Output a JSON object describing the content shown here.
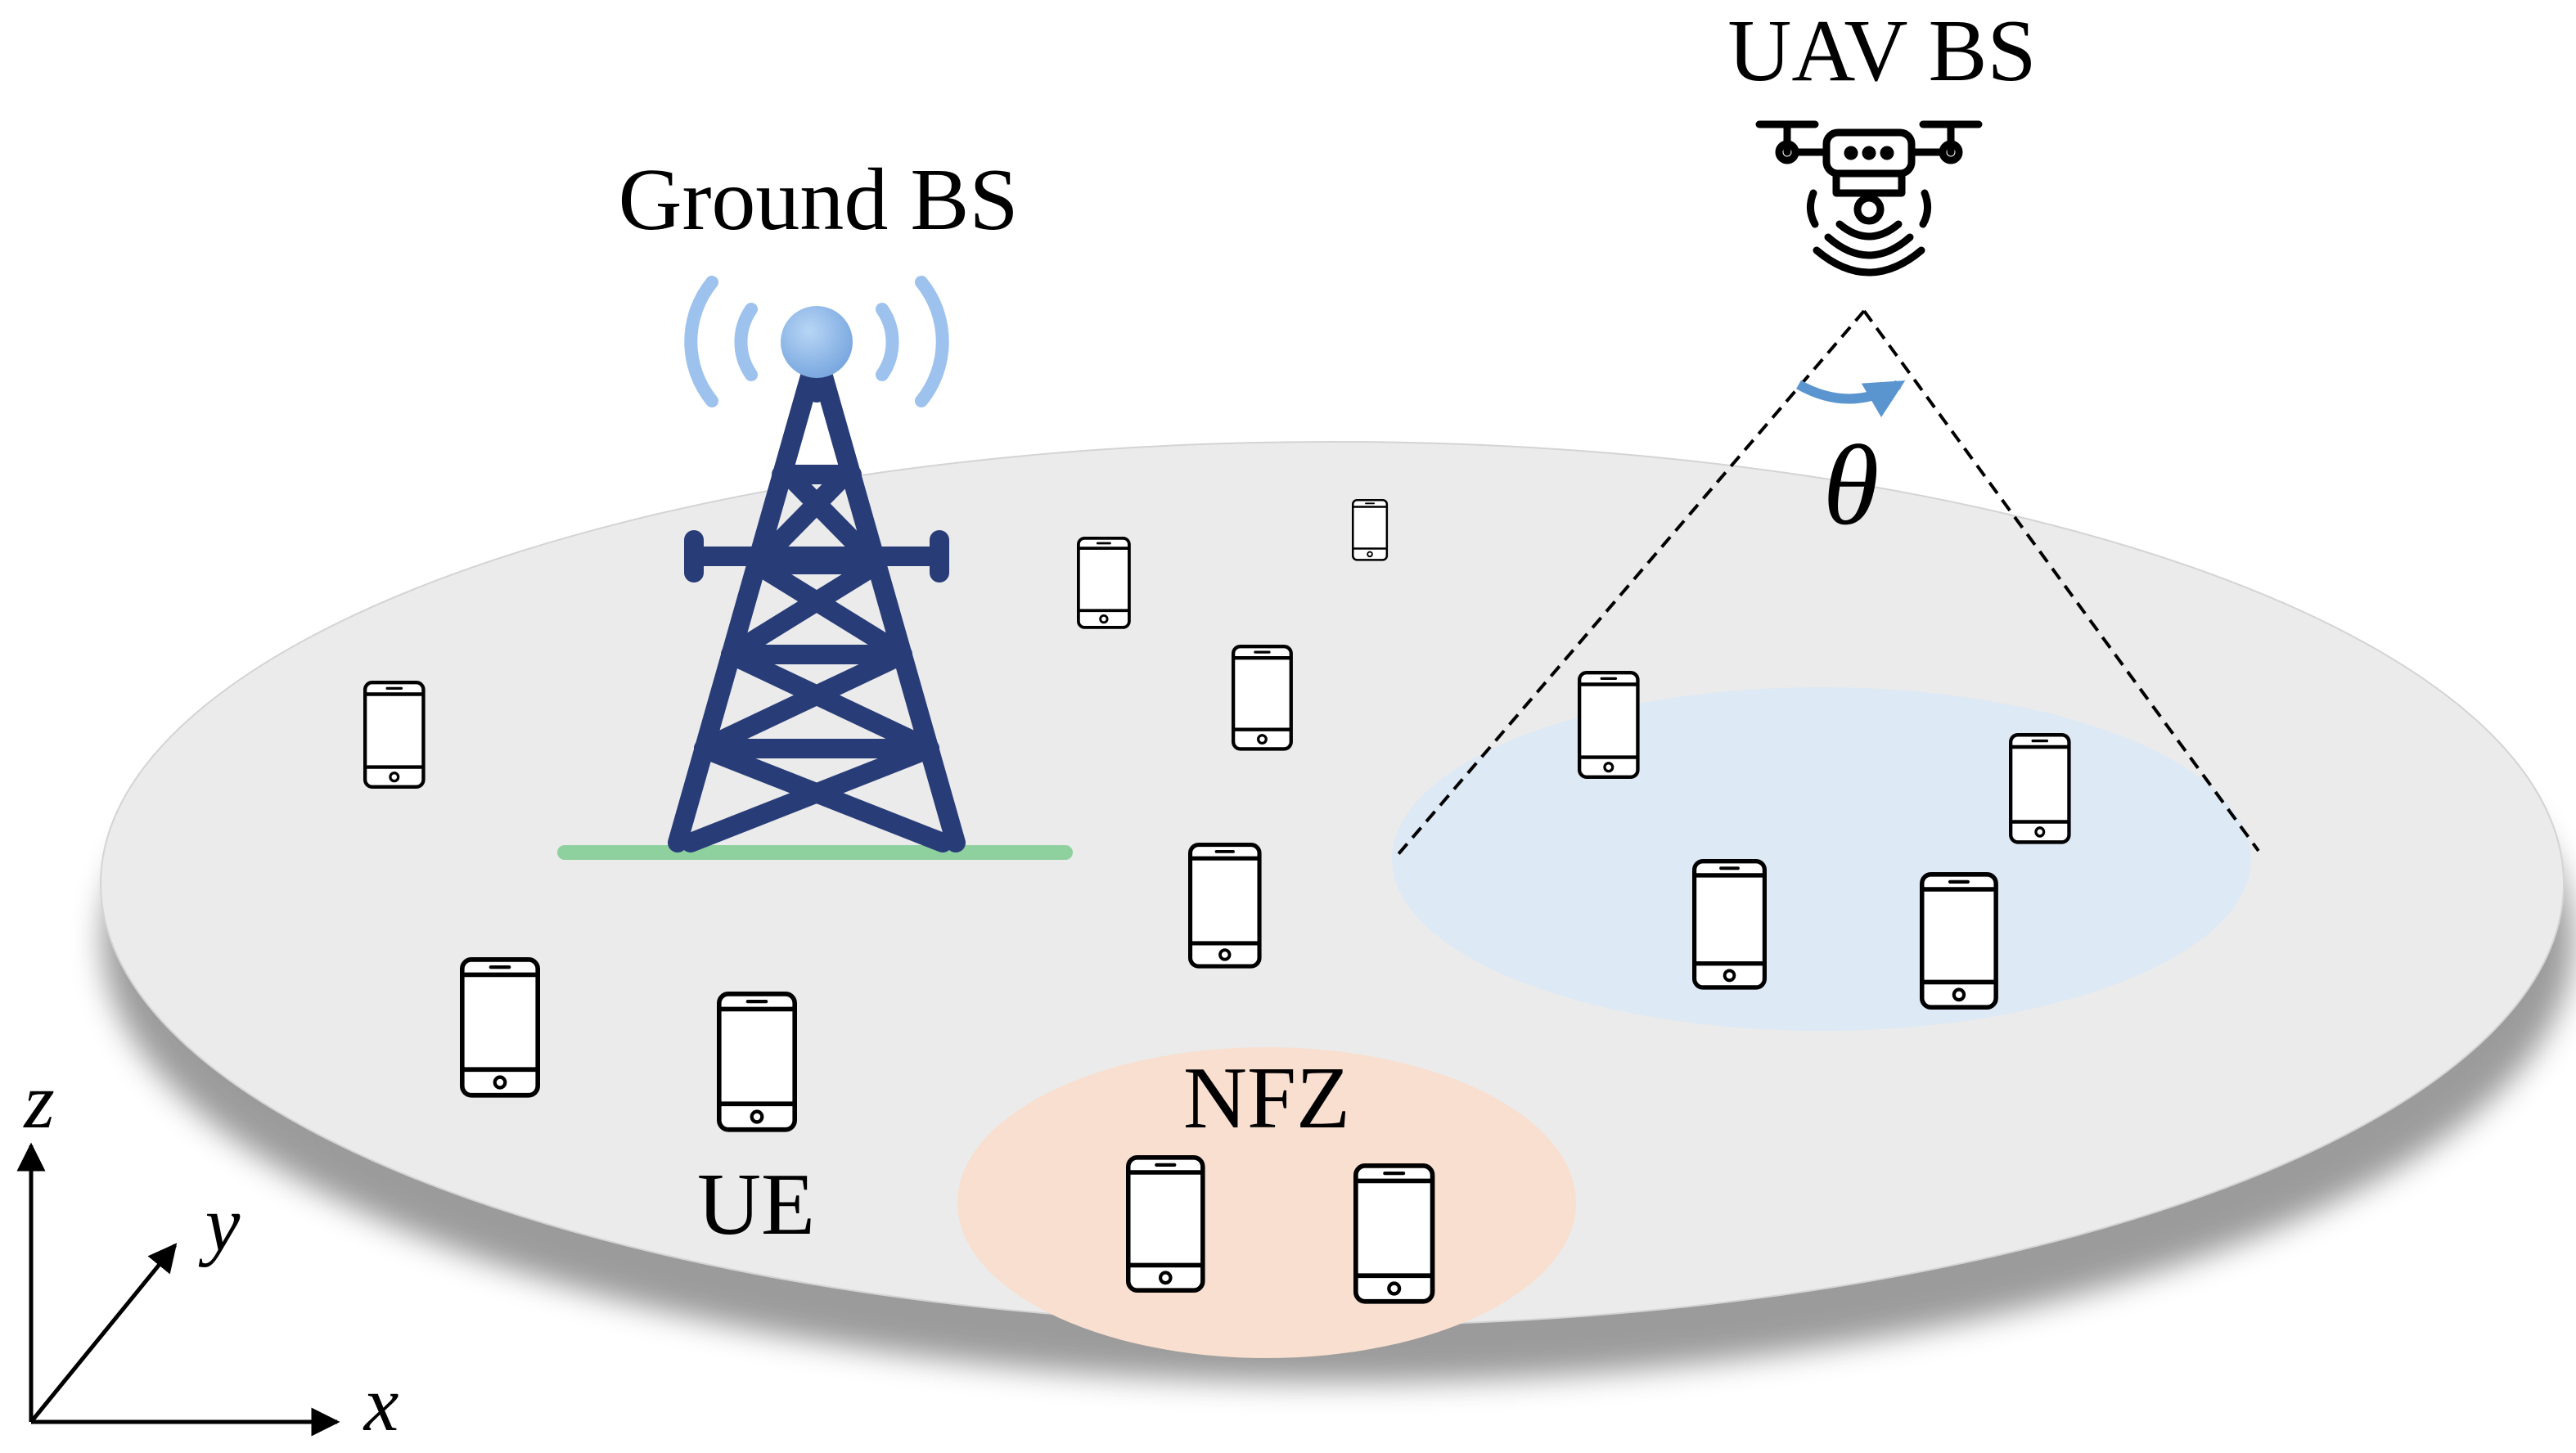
{
  "labels": {
    "ground_bs": "Ground BS",
    "uav_bs": "UAV BS",
    "theta": "θ",
    "nfz": "NFZ",
    "ue": "UE",
    "axis_x": "x",
    "axis_y": "y",
    "axis_z": "z"
  },
  "colors": {
    "ground_plane": "#ebebeb",
    "ground_plane_shadow": "#8a8a8a",
    "uav_coverage": "#dde9f5",
    "nfz_zone": "#f8dfcf",
    "tower": "#283c78",
    "tower_base": "#8fd19e",
    "antenna_ball": "#8eb9ea",
    "antenna_waves": "#9ec2ee",
    "angle_arrow": "#5a95cf",
    "device_outline": "#000000"
  },
  "icons": {
    "tower": "cell-tower-icon",
    "uav": "drone-icon",
    "device": "smartphone-icon"
  }
}
